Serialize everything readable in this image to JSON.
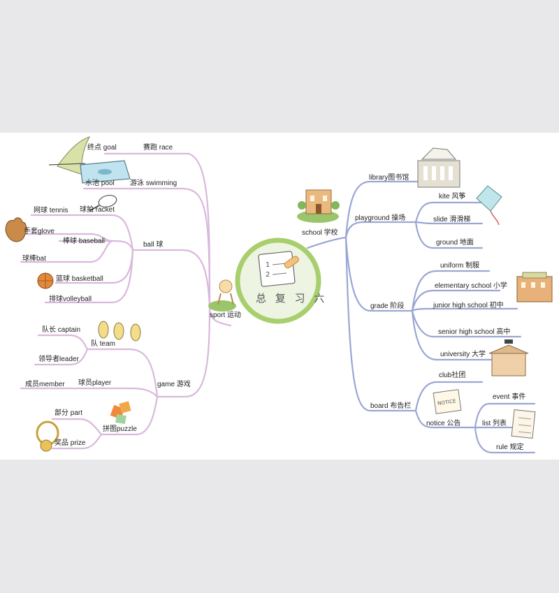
{
  "center": {
    "title": "总 复 习 六"
  },
  "sport": {
    "label": "sport 运动",
    "race": "赛跑 race",
    "goal": "终点 goal",
    "swimming": "游泳 swimming",
    "pool": "水池 pool",
    "ball": {
      "label": "ball 球",
      "racket": "球拍 racket",
      "tennis": "网球 tennis",
      "baseball": "棒球 baseball",
      "glove": "手套glove",
      "bat": "球棒bat",
      "basketball": "篮球 basketball",
      "volleyball": "排球volleyball"
    },
    "game": {
      "label": "game 游戏",
      "team": "队 team",
      "captain": "队长 captain",
      "leader": "领导者leader",
      "player": "球员player",
      "member": "成员member",
      "puzzle": "拼图puzzle",
      "part": "部分 part",
      "prize": "奖品 prize"
    }
  },
  "school": {
    "label": "school 学校",
    "library": "library图书馆",
    "playground": {
      "label": "playground 操场",
      "kite": "kite 风筝",
      "slide": "slide 滑滑梯",
      "ground": "ground 地面"
    },
    "grade": {
      "label": "grade 阶段",
      "uniform": "uniform 制服",
      "elementary": "elementary school 小学",
      "junior": "junior high school 初中",
      "senior": "senior high school 高中",
      "university": "university 大学"
    },
    "board": {
      "label": "board 布告栏",
      "club": "club社团",
      "notice": "notice 公告",
      "notice_sign": "NOTICE",
      "event": "event 事件",
      "list": "list 列表",
      "rule": "rule 规定"
    }
  },
  "colors": {
    "sport_branch": "#d9b8dc",
    "school_branch": "#9aa7d4",
    "center_fill": "#eef4e2",
    "center_ring": "#a8cf6e"
  }
}
